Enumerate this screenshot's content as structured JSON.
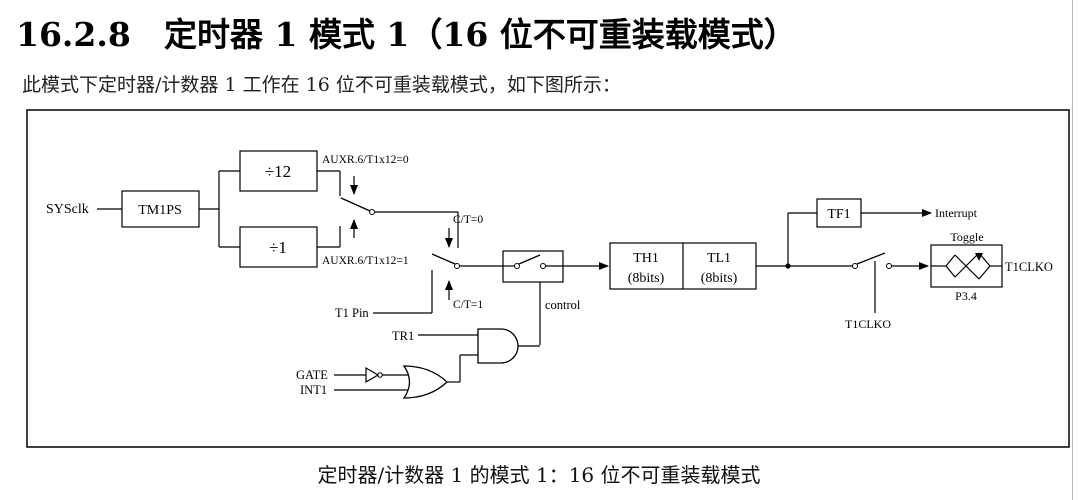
{
  "heading": {
    "number": "16.2.8",
    "title": "定时器 1 模式 1（16 位不可重装载模式）"
  },
  "intro": "此模式下定时器/计数器 1 工作在 16 位不可重装载模式，如下图所示：",
  "caption": "定时器/计数器 1 的模式 1：16 位不可重装载模式",
  "diagram": {
    "sysclk": "SYSclk",
    "tm1ps": "TM1PS",
    "div12": "÷12",
    "div1": "÷1",
    "auxr_top": "AUXR.6/T1x12=0",
    "auxr_bottom": "AUXR.6/T1x12=1",
    "ct0": "C/T=0",
    "ct1": "C/T=1",
    "t1pin": "T1 Pin",
    "control": "control",
    "tr1": "TR1",
    "gate": "GATE",
    "int1": "INT1",
    "th1": "TH1",
    "th1_bits": "(8bits)",
    "tl1": "TL1",
    "tl1_bits": "(8bits)",
    "tf1": "TF1",
    "interrupt": "Interrupt",
    "toggle": "Toggle",
    "t1clko_out": "T1CLKO",
    "p34": "P3.4",
    "t1clko_ctrl": "T1CLKO"
  }
}
